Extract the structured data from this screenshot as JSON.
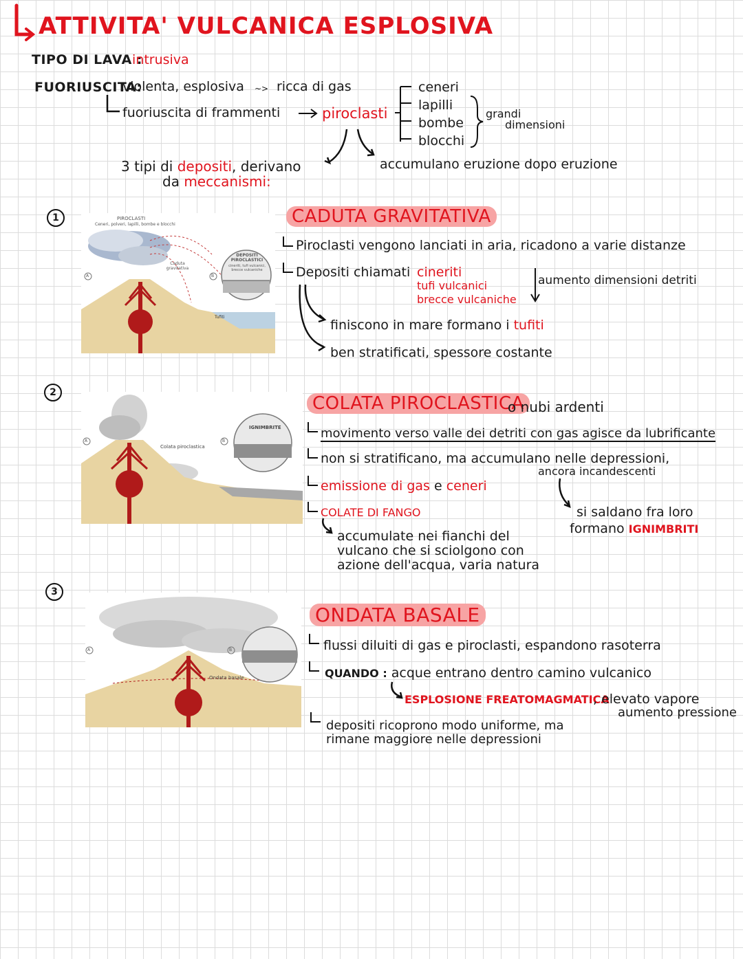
{
  "title": "ATTIVITA' VULCANICA ESPLOSIVA",
  "tipo_lava": {
    "label": "TIPO DI LAVA :",
    "value": "intrusiva"
  },
  "fuoriuscita": {
    "label": "FUORIUSCITA:",
    "value": "violenta, esplosiva",
    "extra": "ricca di gas",
    "sub": "fuoriuscita di frammenti",
    "piroclasti": "piroclasti",
    "types": [
      "ceneri",
      "lapilli",
      "bombe",
      "blocchi"
    ],
    "grandi": "grandi",
    "dimensioni": "dimensioni",
    "accumulano": "accumulano eruzione dopo eruzione",
    "tipi_1": "3 tipi di",
    "tipi_depositi": "depositi",
    "tipi_2": ", derivano",
    "tipi_3": "da",
    "tipi_meccanismi": "meccanismi:"
  },
  "section1": {
    "number": "1",
    "heading": "CADUTA GRAVITATIVA",
    "line1": "Piroclasti vengono lanciati in aria, ricadono a varie distanze",
    "depositi": "Depositi chiamati",
    "deposit_types": [
      "cineriti",
      "tufi vulcanici",
      "brecce vulcaniche"
    ],
    "aumento": "aumento dimensioni detriti",
    "finiscono_1": "finiscono in mare formano i",
    "tufiti": "tufiti",
    "stratificati": "ben stratificati, spessore costante",
    "diagram": {
      "title": "PIROCLASTI",
      "subtitle": "Ceneri, polveri, lapilli, bombe e blocchi",
      "caduta": "Caduta gravitativa",
      "depositi_title": "DEPOSITI PIROCLASTICI",
      "depositi_sub": "cineriti, tufi vulcanici, brecce vulcaniche",
      "tufiti": "Tufiti",
      "a": "A",
      "b": "B"
    }
  },
  "section2": {
    "number": "2",
    "heading": "COLATA PIROCLASTICA",
    "alt": "o nubi ardenti",
    "line1": "movimento verso valle dei detriti con gas agisce da lubrificante",
    "line2": "non si stratificano, ma accumulano nelle depressioni,",
    "ancora": "ancora incandescenti",
    "line3a": "emissione di gas",
    "line3b": "e",
    "line3c": "ceneri",
    "colate": "COLATE DI FANGO",
    "saldano": "si saldano fra loro",
    "formano": "formano",
    "ignimbriti": "IGNIMBRITI",
    "acc1": "accumulate nei fianchi del",
    "acc2": "vulcano che si sciolgono con",
    "acc3": "azione dell'acqua, varia natura",
    "diagram": {
      "label": "Colata piroclastica",
      "inset": "IGNIMBRITE",
      "a": "A",
      "b": "B"
    }
  },
  "section3": {
    "number": "3",
    "heading": "ONDATA BASALE",
    "line1": "flussi diluiti di gas e piroclasti, espandono rasoterra",
    "quando_label": "QUANDO :",
    "quando": "acque entrano dentro camino vulcanico",
    "esplosione": "ESPLOSIONE FREATOMAGMATICA",
    "elevato": ", elevato vapore",
    "aumento": "aumento pressione",
    "dep1": "depositi ricoprono modo uniforme, ma",
    "dep2": "rimane maggiore nelle depressioni",
    "diagram": {
      "label": "Ondata basale",
      "a": "A",
      "b": "B"
    }
  },
  "colors": {
    "accent": "#e0141e",
    "highlight": "#f7a4a4",
    "magma": "#b01a1a",
    "ground": "#e8d4a2"
  }
}
